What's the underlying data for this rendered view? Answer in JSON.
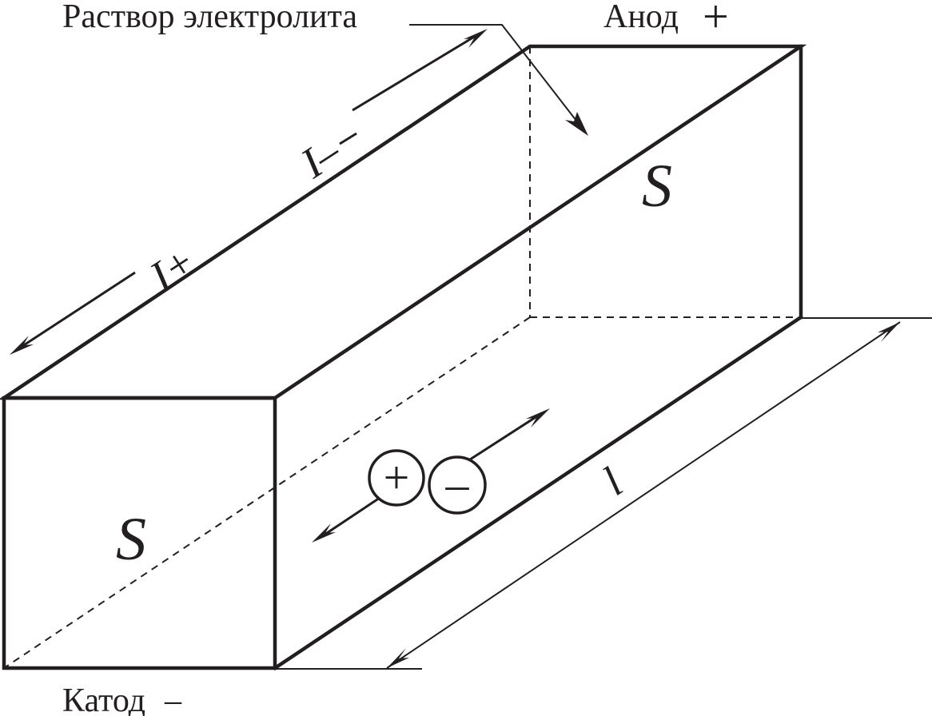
{
  "labels": {
    "electrolyte": "Раствор электролита",
    "anode": "Анод",
    "anode_sign": "+",
    "cathode": "Катод",
    "cathode_sign": "–",
    "current_negative": "I–",
    "current_positive": "I+",
    "area_front": "S",
    "area_back": "S",
    "length": "l",
    "ion_positive": "+",
    "ion_negative": "–"
  }
}
